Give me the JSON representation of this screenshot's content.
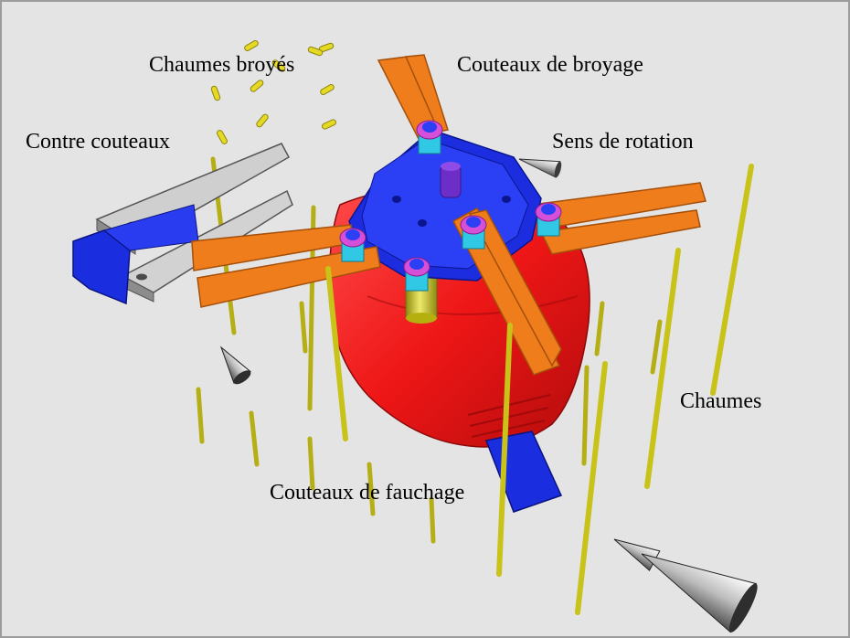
{
  "labels": {
    "chaumes_broyes": "Chaumes broyés",
    "couteaux_broyage": "Couteaux de broyage",
    "contre_couteaux": "Contre couteaux",
    "sens_rotation": "Sens de rotation",
    "chaumes": "Chaumes",
    "couteaux_fauchage": "Couteaux de fauchage"
  },
  "colors": {
    "background": "#e4e4e4",
    "housing": "#ee1a1a",
    "hub_plate": "#1f2fe0",
    "crush_blades": "#ef7d1c",
    "stalks": "#d9d21a",
    "counter_knives": "#c4c4c4",
    "bolts": "#d64fd8",
    "spacers": "#31c8e6"
  }
}
